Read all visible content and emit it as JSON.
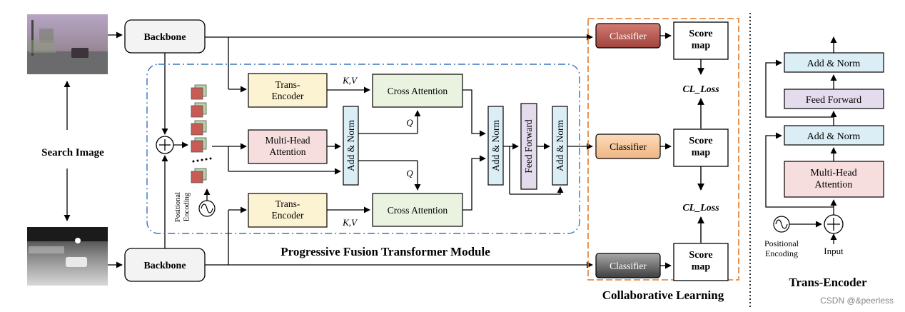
{
  "colors": {
    "backbone_fill": "#f3f3f3",
    "trans_encoder_fill": "#fcf3d2",
    "mha_fill": "#f6dede",
    "cross_attention_fill": "#e9f3df",
    "add_norm_fill": "#dbeef6",
    "feed_forward_fill": "#e4dced",
    "classifier_top": "#b5544d",
    "classifier_mid": "#f4c59a",
    "classifier_bottom": "#555555",
    "pftm_border": "#3a73c0",
    "collab_border": "#e07b2a"
  },
  "icons": [
    "car-rgb-photo",
    "car-thermal-photo",
    "plus-circle-icon",
    "sine-wave-icon",
    "token-stack-icon"
  ],
  "labels": {
    "backbone_top": "Backbone",
    "backbone_bottom": "Backbone",
    "search_image": "Search Image",
    "trans_encoder_top": "Trans-\nEncoder",
    "trans_encoder_bottom": "Trans-\nEncoder",
    "mha": "Multi-Head\nAttention",
    "cross_attention_top": "Cross Attention",
    "cross_attention_bottom": "Cross Attention",
    "add_norm": "Add & Norm",
    "feed_forward": "Feed Forward",
    "kv_top": "K,V",
    "kv_bottom": "K,V",
    "q_top": "Q",
    "q_bottom": "Q",
    "positional_encoding_vertical": "Positional\nEncoding",
    "pftm_title": "Progressive Fusion Transformer Module",
    "classifier": "Classifier",
    "score_map": "Score\nmap",
    "cl_loss": "CL_Loss",
    "collab_title": "Collaborative Learning",
    "te_add_norm": "Add & Norm",
    "te_feed_forward": "Feed Forward",
    "te_mha": "Multi-Head\nAttention",
    "te_positional": "Positional\nEncoding",
    "te_input": "Input",
    "te_title": "Trans-Encoder",
    "watermark": "CSDN @&peerless"
  }
}
